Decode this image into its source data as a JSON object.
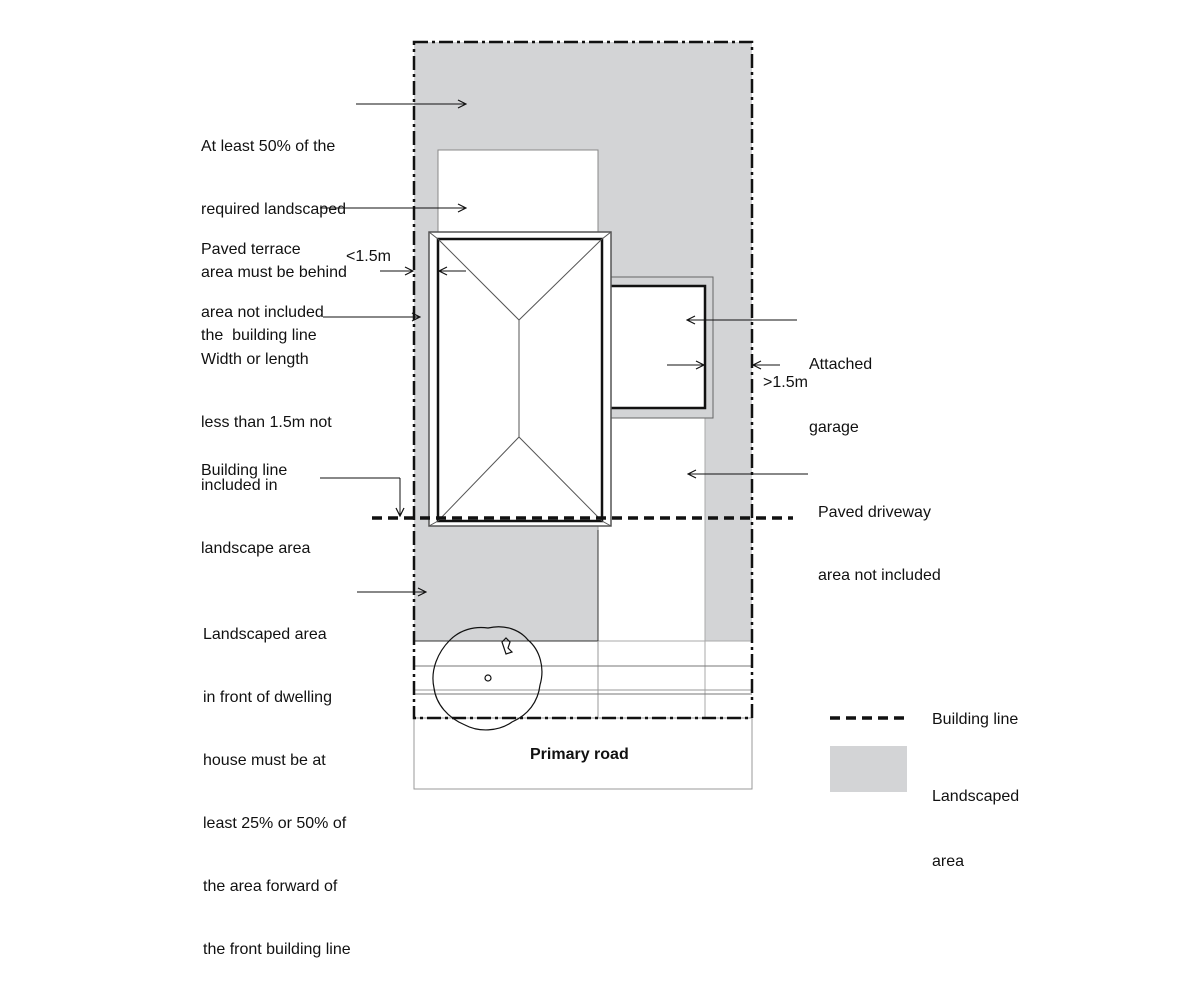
{
  "labels": {
    "landscaped_behind": [
      "At least 50% of the",
      "required landscaped",
      "area must be behind",
      "the  building line"
    ],
    "paved_terrace": [
      "Paved terrace",
      "area not included"
    ],
    "less_than": "<1.5m",
    "width_length": [
      "Width or length",
      "less than 1.5m not",
      "included in",
      "landscape area"
    ],
    "building_line": "Building line",
    "landscaped_front": [
      "Landscaped area",
      "in front of dwelling",
      "house must be at",
      "least 25% or 50% of",
      "the area forward of",
      "the front building line"
    ],
    "attached_garage": [
      "Attached",
      "garage"
    ],
    "greater_than": ">1.5m",
    "paved_driveway": [
      "Paved driveway",
      "area not included"
    ],
    "primary_road": "Primary road"
  },
  "legend": [
    {
      "label": "Building line",
      "symbol": "dashed-line"
    },
    {
      "label": [
        "Landscaped",
        "area"
      ],
      "symbol": "grey-swatch"
    }
  ],
  "colors": {
    "landscaped": "#d3d4d6",
    "line": "#111111",
    "thin": "#888888"
  }
}
